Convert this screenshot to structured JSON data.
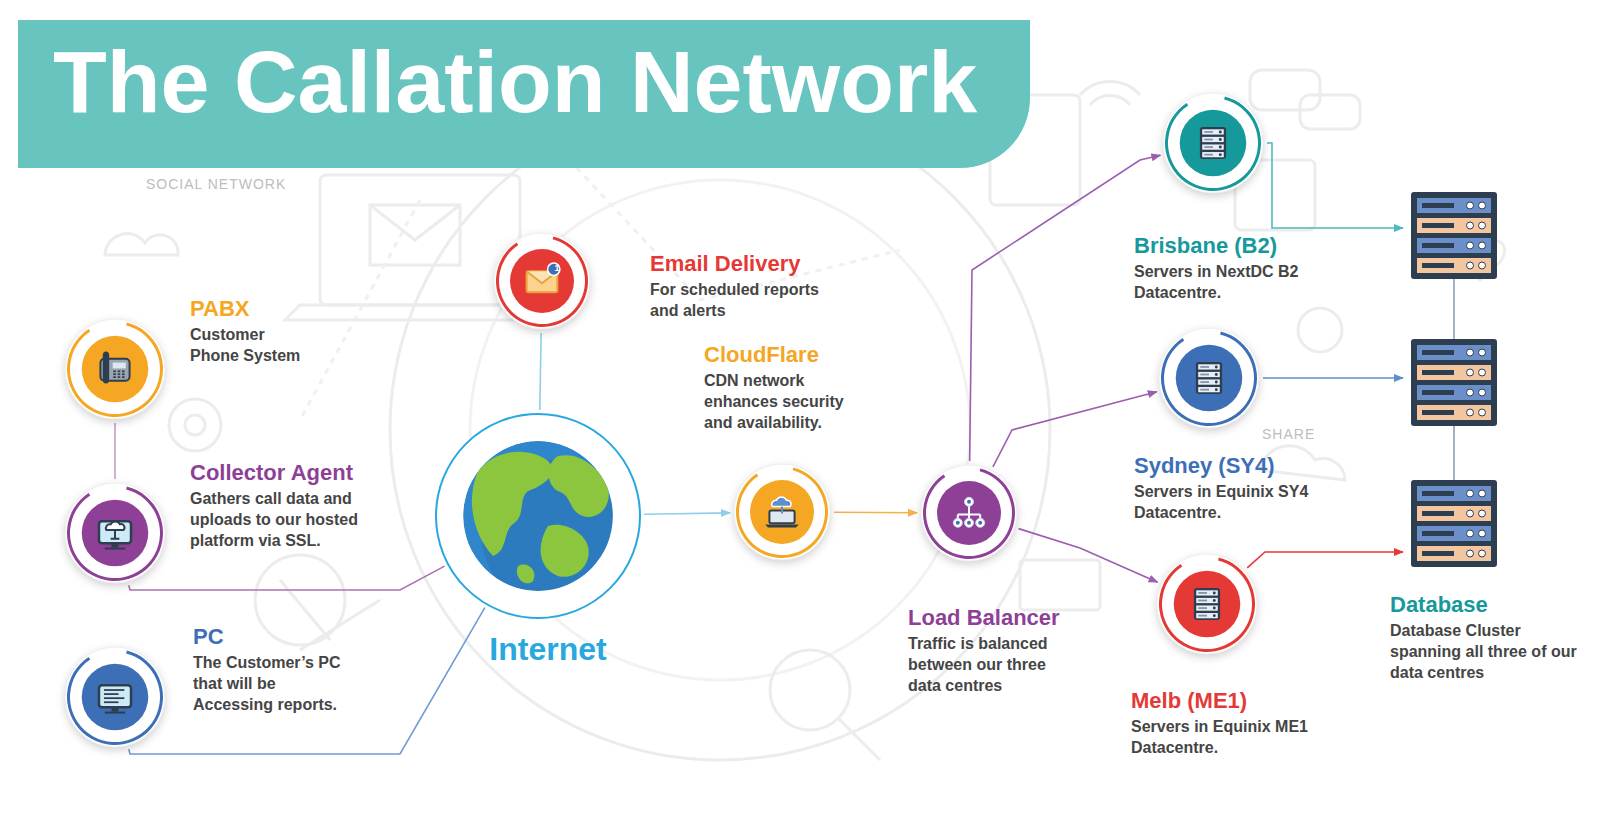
{
  "diagram": {
    "title": "The Callation Network",
    "nodes": [
      {
        "text": [
          "PABX",
          "Customer Phone System"
        ]
      },
      {
        "text": [
          "Collector Agent",
          "Gathers call data and uploads to our hosted platform via SSL."
        ]
      },
      {
        "text": [
          "PC",
          "The Customer’s PC that will be Accessing reports."
        ]
      },
      {
        "text": [
          "Internet"
        ]
      },
      {
        "text": [
          "Email Delivery",
          "For scheduled reports and alerts"
        ]
      },
      {
        "text": [
          "CloudFlare",
          "CDN network enhances security and availability."
        ]
      },
      {
        "text": [
          "Load Balancer",
          "Traffic is balanced between our three data centres"
        ]
      },
      {
        "text": [
          "Brisbane (B2)",
          "Servers in NextDC B2 Datacentre."
        ]
      },
      {
        "text": [
          "Sydney (SY4)",
          "Servers in Equinix SY4 Datacentre."
        ]
      },
      {
        "text": [
          "Melb (ME1)",
          "Servers in Equinix ME1 Datacentre."
        ]
      },
      {
        "text": [
          "Database",
          "Database Cluster spanning all three of our data centres"
        ]
      }
    ],
    "edges": [
      {
        "from": 0,
        "to": 1,
        "arrow": "none"
      },
      {
        "from": 1,
        "to": 3,
        "arrow": "none"
      },
      {
        "from": 2,
        "to": 3,
        "arrow": "none"
      },
      {
        "from": 3,
        "to": 4,
        "arrow": "none"
      },
      {
        "from": 3,
        "to": 5,
        "arrow": "to"
      },
      {
        "from": 5,
        "to": 6,
        "arrow": "to"
      },
      {
        "from": 6,
        "to": 7,
        "arrow": "to"
      },
      {
        "from": 6,
        "to": 8,
        "arrow": "to"
      },
      {
        "from": 6,
        "to": 9,
        "arrow": "to"
      },
      {
        "from": 7,
        "to": 10,
        "arrow": "to"
      },
      {
        "from": 8,
        "to": 10,
        "arrow": "to"
      },
      {
        "from": 9,
        "to": 10,
        "arrow": "to"
      }
    ],
    "labels": [
      "SOCIAL NETWORK",
      "SHARE",
      "1"
    ]
  }
}
